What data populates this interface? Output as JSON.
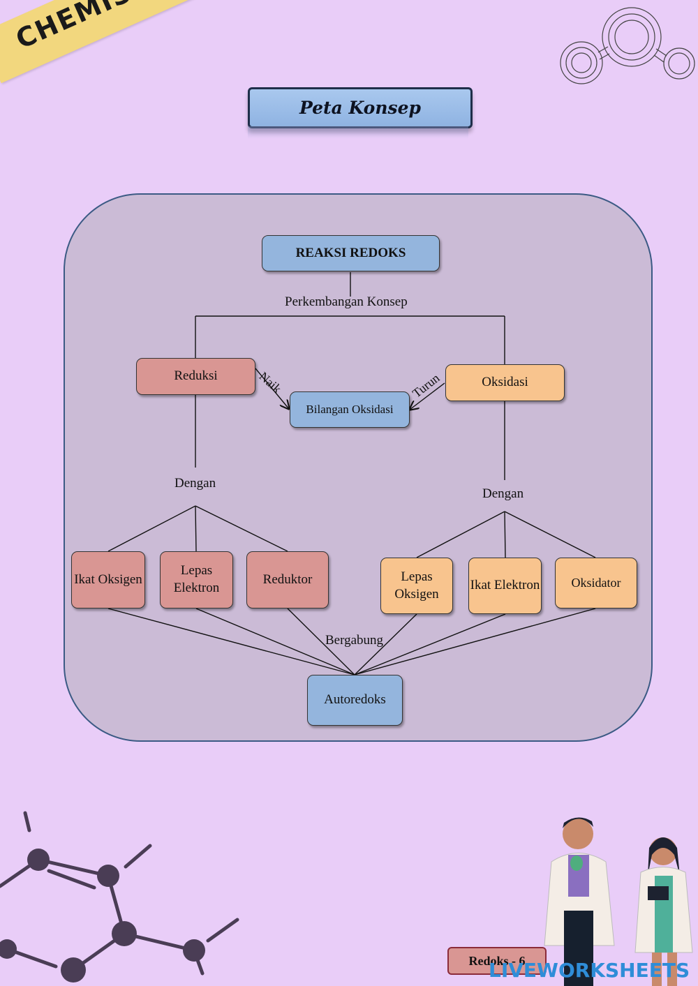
{
  "header": {
    "ribbon_text": "CHEMISTRY",
    "title": "Peta Konsep"
  },
  "diagram": {
    "root": "REAKSI REDOKS",
    "root_link_label": "Perkembangan Konsep",
    "reduction": "Reduksi",
    "oxidation": "Oksidasi",
    "oxidation_number": "Bilangan Oksidasi",
    "label_up": "Naik",
    "label_down": "Turun",
    "label_with_left": "Dengan",
    "label_with_right": "Dengan",
    "red_children": [
      "Ikat Oksigen",
      "Lepas Elektron",
      "Reduktor"
    ],
    "orange_children": [
      "Lepas Oksigen",
      "Ikat Elektron",
      "Oksidator"
    ],
    "combine_label": "Bergabung",
    "result": "Autoredoks"
  },
  "footer": {
    "page_tag": "Redoks - 6",
    "watermark": "LIVEWORKSHEETS"
  },
  "colors": {
    "background": "#e9cdf8",
    "panel": "#cbbbd6",
    "blue_box": "#94b5dd",
    "red_box": "#d99693",
    "orange_box": "#f8c48e"
  }
}
